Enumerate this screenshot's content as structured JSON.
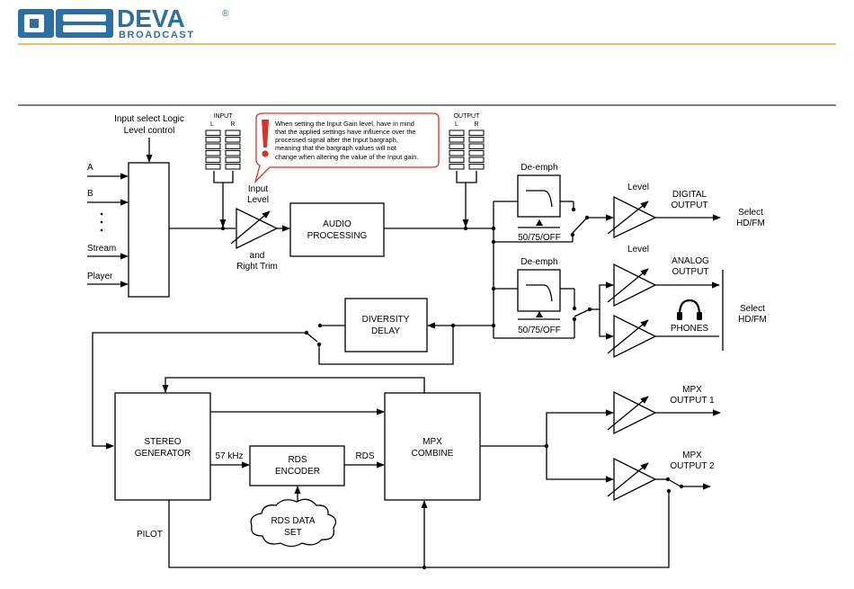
{
  "logo": {
    "brand": "DEVA",
    "sub": "BROADCAST",
    "reg": "®",
    "color": "#2d6fa3"
  },
  "accent": {
    "rule": "#e8a33a",
    "warning": "#d9312b"
  },
  "inputs": {
    "title": [
      "Input select Logic",
      "Level control"
    ],
    "a": "A",
    "b": "B",
    "dots": ":",
    "stream": "Stream",
    "player": "Player"
  },
  "meters": {
    "input": "INPUT",
    "output": "OUTPUT",
    "left": "L",
    "right": "R"
  },
  "note": {
    "lines": [
      "When setting the Input Gain level, have in mind",
      "that the applied settings have influence over the",
      "processed signal after the Input bargraph,",
      "meaning that the bargraph values will not",
      "change when altering the value of the Input gain."
    ]
  },
  "gain": {
    "top": [
      "Input",
      "Level"
    ],
    "bottom": [
      "and",
      "Right Trim"
    ]
  },
  "audio_processing": [
    "AUDIO",
    "PROCESSING"
  ],
  "deemph": {
    "label": "De-emph",
    "modes": "50/75/OFF"
  },
  "digital": {
    "level": "Level",
    "title": [
      "DIGITAL",
      "OUTPUT"
    ],
    "select": [
      "Select",
      "HD/FM"
    ]
  },
  "analog": {
    "level": "Level",
    "title": [
      "ANALOG",
      "OUTPUT"
    ],
    "phones": "PHONES",
    "select": [
      "Select",
      "HD/FM"
    ]
  },
  "diversity": [
    "DIVERSITY",
    "DELAY"
  ],
  "stereo": [
    "STEREO",
    "GENERATOR"
  ],
  "freq": "57 kHz",
  "rds_encoder": [
    "RDS",
    "ENCODER"
  ],
  "rds_label": "RDS",
  "rds_data": [
    "RDS DATA",
    "SET"
  ],
  "mpx_combine": [
    "MPX",
    "COMBINE"
  ],
  "mpx1": [
    "MPX",
    "OUTPUT 1"
  ],
  "mpx2": [
    "MPX",
    "OUTPUT 2"
  ],
  "pilot": "PILOT"
}
